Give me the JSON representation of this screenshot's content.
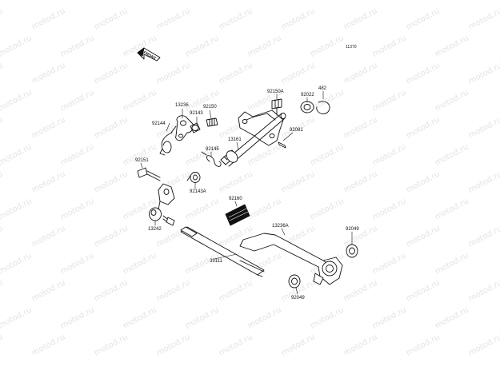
{
  "watermark": "motod.ru",
  "diagram_code": "11370",
  "front_marker": "FRONT",
  "parts": {
    "p13236": "13236",
    "p92150": "92150",
    "p92144": "92144",
    "p92143": "92143",
    "p92150A": "92150A",
    "p92022": "92022",
    "p482": "482",
    "p92081": "92081",
    "p13161": "13161",
    "p92145": "92145",
    "p92151": "92151",
    "p92143A": "92143A",
    "p92160": "92160",
    "p13242": "13242",
    "p13236A": "13236A",
    "p92049a": "92049",
    "p39111": "39111",
    "p92049b": "92049"
  }
}
